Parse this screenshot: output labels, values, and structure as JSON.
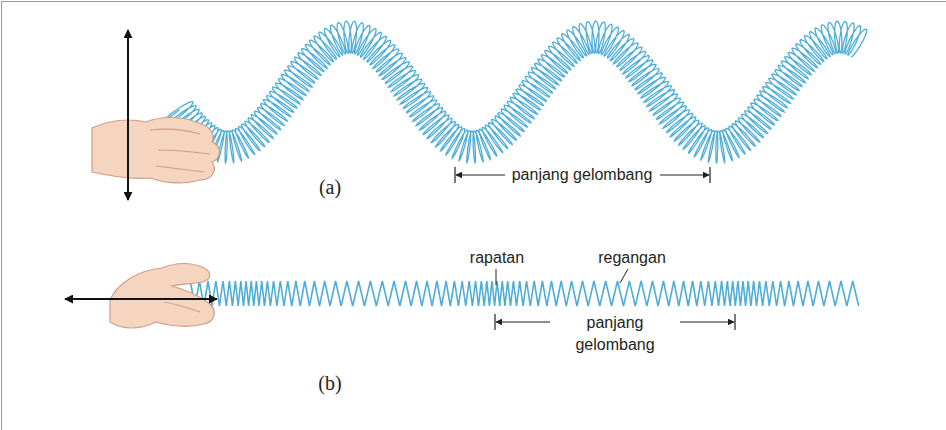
{
  "diagram": {
    "labels": [
      "(a)",
      "panjang gelombang",
      "rapatan",
      "regangan",
      "panjang gelombang",
      "(b)"
    ]
  }
}
